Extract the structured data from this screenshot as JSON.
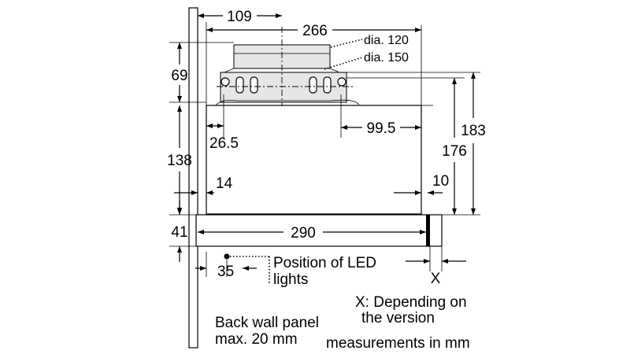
{
  "dimensions": {
    "d109": "109",
    "d266": "266",
    "d69": "69",
    "d138": "138",
    "d26_5": "26.5",
    "d99_5": "99.5",
    "d176": "176",
    "d183": "183",
    "d14": "14",
    "d10": "10",
    "d41": "41",
    "d290": "290",
    "d35": "35",
    "x_label": "X"
  },
  "labels": {
    "dia_120": "dia. 120",
    "dia_150": "dia. 150",
    "led_line1": "Position of LED",
    "led_line2": "lights",
    "x_note_line1": "X: Depending on",
    "x_note_line2": "the version",
    "back_wall_line1": "Back wall panel",
    "back_wall_line2": "max. 20 mm",
    "units_note": "measurements in mm"
  }
}
